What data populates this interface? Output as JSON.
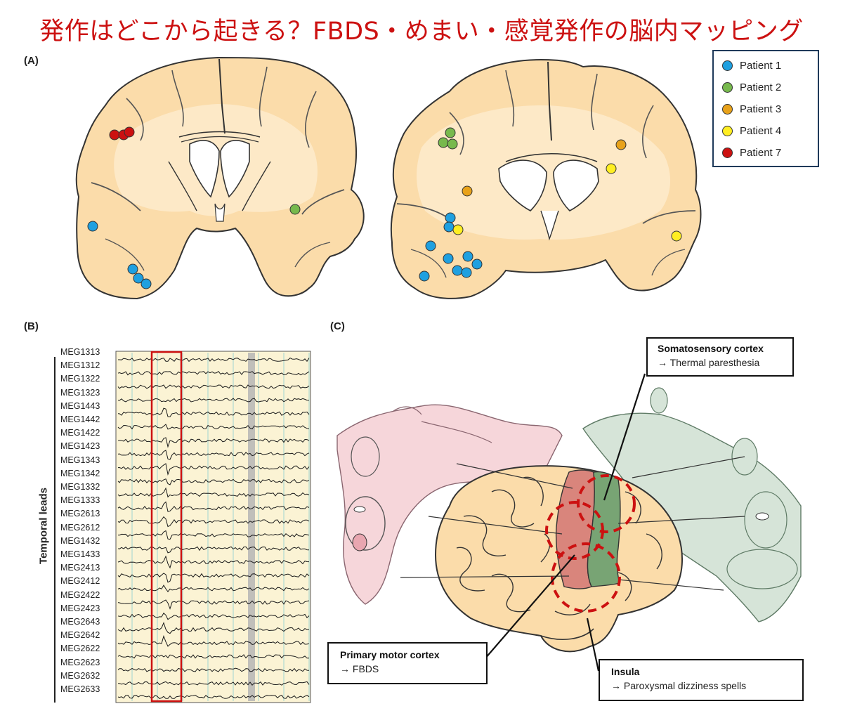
{
  "title": "発作はどこから起きる？FBDS・めまい・感覚発作の脳内マッピング",
  "panels": {
    "a": "(A)",
    "b": "(B)",
    "c": "(C)"
  },
  "legend": {
    "items": [
      {
        "label": "Patient 1",
        "color": "#1fa0e0"
      },
      {
        "label": "Patient 2",
        "color": "#77b94d"
      },
      {
        "label": "Patient 3",
        "color": "#e8a21a"
      },
      {
        "label": "Patient 4",
        "color": "#ffee22"
      },
      {
        "label": "Patient 7",
        "color": "#cc1111"
      }
    ]
  },
  "meg": {
    "axis_label": "Temporal leads",
    "channels": [
      "MEG1313",
      "MEG1312",
      "MEG1322",
      "MEG1323",
      "MEG1443",
      "MEG1442",
      "MEG1422",
      "MEG1423",
      "MEG1343",
      "MEG1342",
      "MEG1332",
      "MEG1333",
      "MEG2613",
      "MEG2612",
      "MEG1432",
      "MEG1433",
      "MEG2413",
      "MEG2412",
      "MEG2422",
      "MEG2423",
      "MEG2643",
      "MEG2642",
      "MEG2622",
      "MEG2623",
      "MEG2632",
      "MEG2633"
    ]
  },
  "callouts": {
    "somatosensory": {
      "title": "Somatosensory cortex",
      "desc": "→ Thermal paresthesia"
    },
    "motor": {
      "title": "Primary motor cortex",
      "desc": "→ FBDS"
    },
    "insula": {
      "title": "Insula",
      "desc": "→  Paroxysmal dizziness spells"
    }
  },
  "colors": {
    "title": "#cc1111",
    "brain_fill": "#fbdcaa",
    "brain_outline": "#333333",
    "ventricle": "#ffffff",
    "meg_bg": "#fbf3d4",
    "highlight_box": "#cc1111",
    "motor_area": "#d9857c",
    "sensory_area": "#78a474",
    "homunculus_motor": "#f6d6da",
    "homunculus_sensory": "#d6e4d8"
  }
}
